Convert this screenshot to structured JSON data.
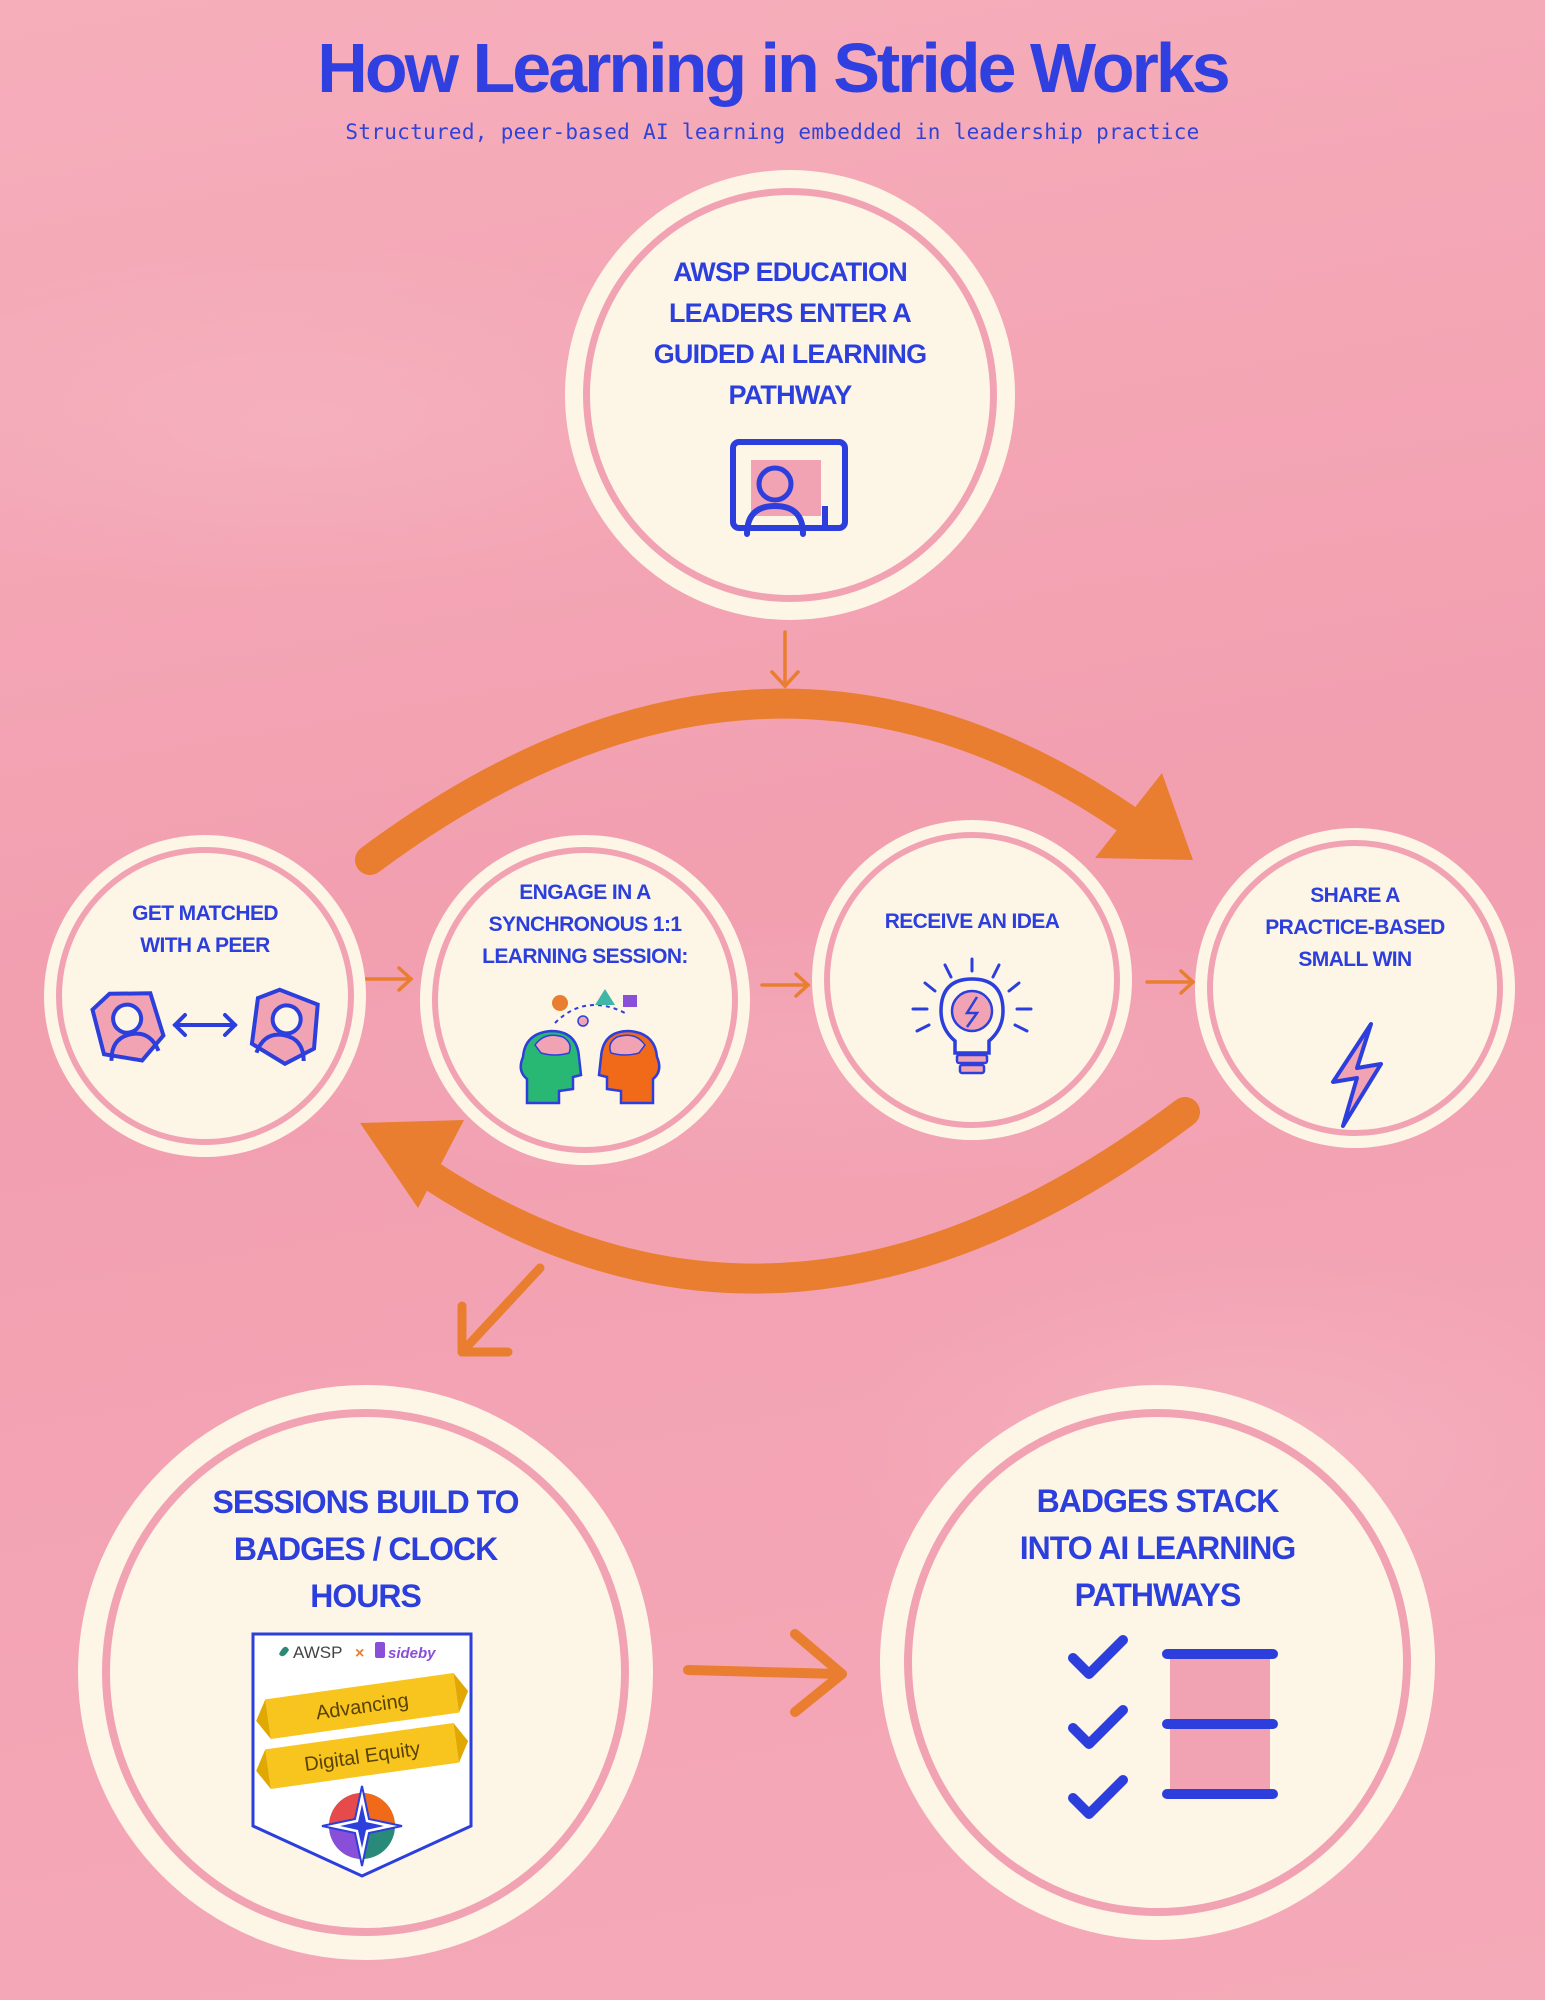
{
  "header": {
    "title": "How Learning in Stride Works",
    "subtitle": "Structured, peer-based AI learning embedded in leadership practice"
  },
  "steps": {
    "enter": {
      "label": "AWSP EDUCATION\nLEADERS ENTER A\nGUIDED AI LEARNING\nPATHWAY",
      "icon": "presenter-screen-icon"
    },
    "match": {
      "label": "GET MATCHED\nWITH A PEER",
      "icon": "peer-match-icon"
    },
    "engage": {
      "label": "ENGAGE IN A\nSYNCHRONOUS 1:1\nLEARNING SESSION:",
      "icon": "two-heads-icon"
    },
    "idea": {
      "label": "RECEIVE AN IDEA",
      "icon": "lightbulb-icon"
    },
    "share": {
      "label": "SHARE A\nPRACTICE-BASED\nSMALL WIN",
      "icon": "lightning-icon"
    },
    "badges": {
      "label": "SESSIONS BUILD TO\nBADGES / CLOCK\nHOURS",
      "icon": "badge-icon"
    },
    "pathways": {
      "label": "BADGES STACK\nINTO AI LEARNING\nPATHWAYS",
      "icon": "checklist-icon"
    }
  },
  "badge": {
    "org1": "AWSP",
    "separator": "×",
    "org2": "sideby",
    "ribbon1": "Advancing",
    "ribbon2": "Digital Equity"
  },
  "colors": {
    "background": "#f4a5b3",
    "circle": "#fdf6e6",
    "ring": "#f2a3b3",
    "text": "#2c3fdc",
    "arrow": "#e97e30",
    "ribbon": "#f7c51e"
  }
}
